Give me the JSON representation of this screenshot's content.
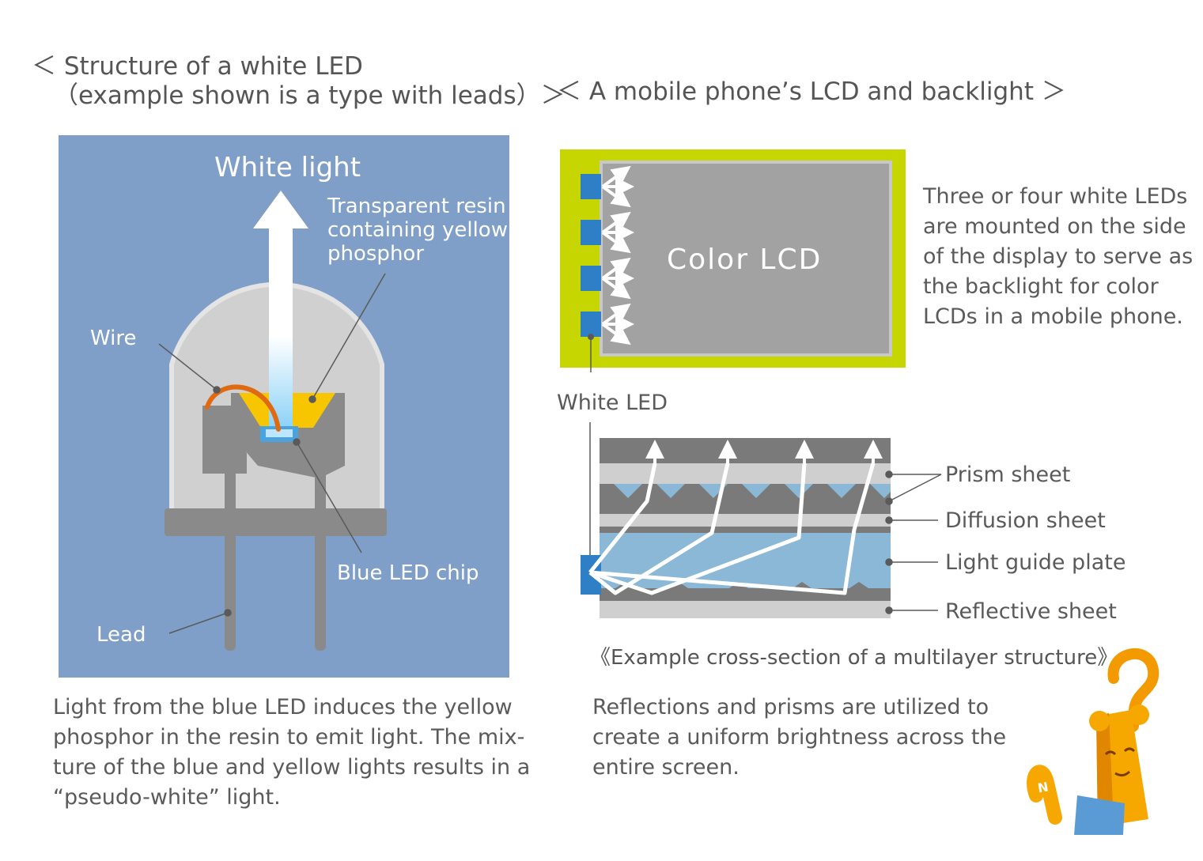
{
  "left": {
    "heading_line1": "＜ Structure of a white LED",
    "heading_line2": "（example shown is a type with leads）＞",
    "labels": {
      "white_light": "White light",
      "resin_line1": "Transparent resin",
      "resin_line2": "containing yellow",
      "resin_line3": "phosphor",
      "wire": "Wire",
      "blue_chip": "Blue LED chip",
      "lead": "Lead"
    },
    "caption_lines": [
      "Light from the blue LED induces the yellow",
      "phosphor in the resin to emit light. The mix-",
      "ture of the blue and yellow lights results in a",
      "“pseudo-white” light."
    ],
    "colors": {
      "panel": "#7f9fc8",
      "dome": "#cccccc",
      "phosphor": "#f7c600",
      "chip": "#4aa3df",
      "wire": "#e06a12",
      "lead": "#8a8a8a"
    }
  },
  "right": {
    "heading": "＜ A mobile phone’s LCD and backlight ＞",
    "lcd_label": "Color LCD",
    "white_led_label": "White LED",
    "description_lines": [
      "Three or four white LEDs",
      "are mounted on the side",
      "of the display to serve as",
      "the backlight for color",
      "LCDs in a mobile phone."
    ],
    "layers": {
      "prism": "Prism sheet",
      "diffusion": "Diffusion sheet",
      "light_guide": "Light guide plate",
      "reflective": "Reflective sheet"
    },
    "cross_section_caption": "《Example cross-section of a multilayer structure》",
    "caption_lines": [
      "Reflections and prisms are utilized to",
      "create a uniform brightness across the",
      "entire screen."
    ],
    "colors": {
      "frame": "#c5d600",
      "lcd": "#a2a2a2",
      "led": "#2f7fc6",
      "light_guide": "#8ab8d6",
      "dark_layer": "#7a7a7a",
      "light_layer": "#cfcfcf"
    }
  },
  "mascot": {
    "icon": "question-mark-mascot",
    "badge": "N"
  }
}
